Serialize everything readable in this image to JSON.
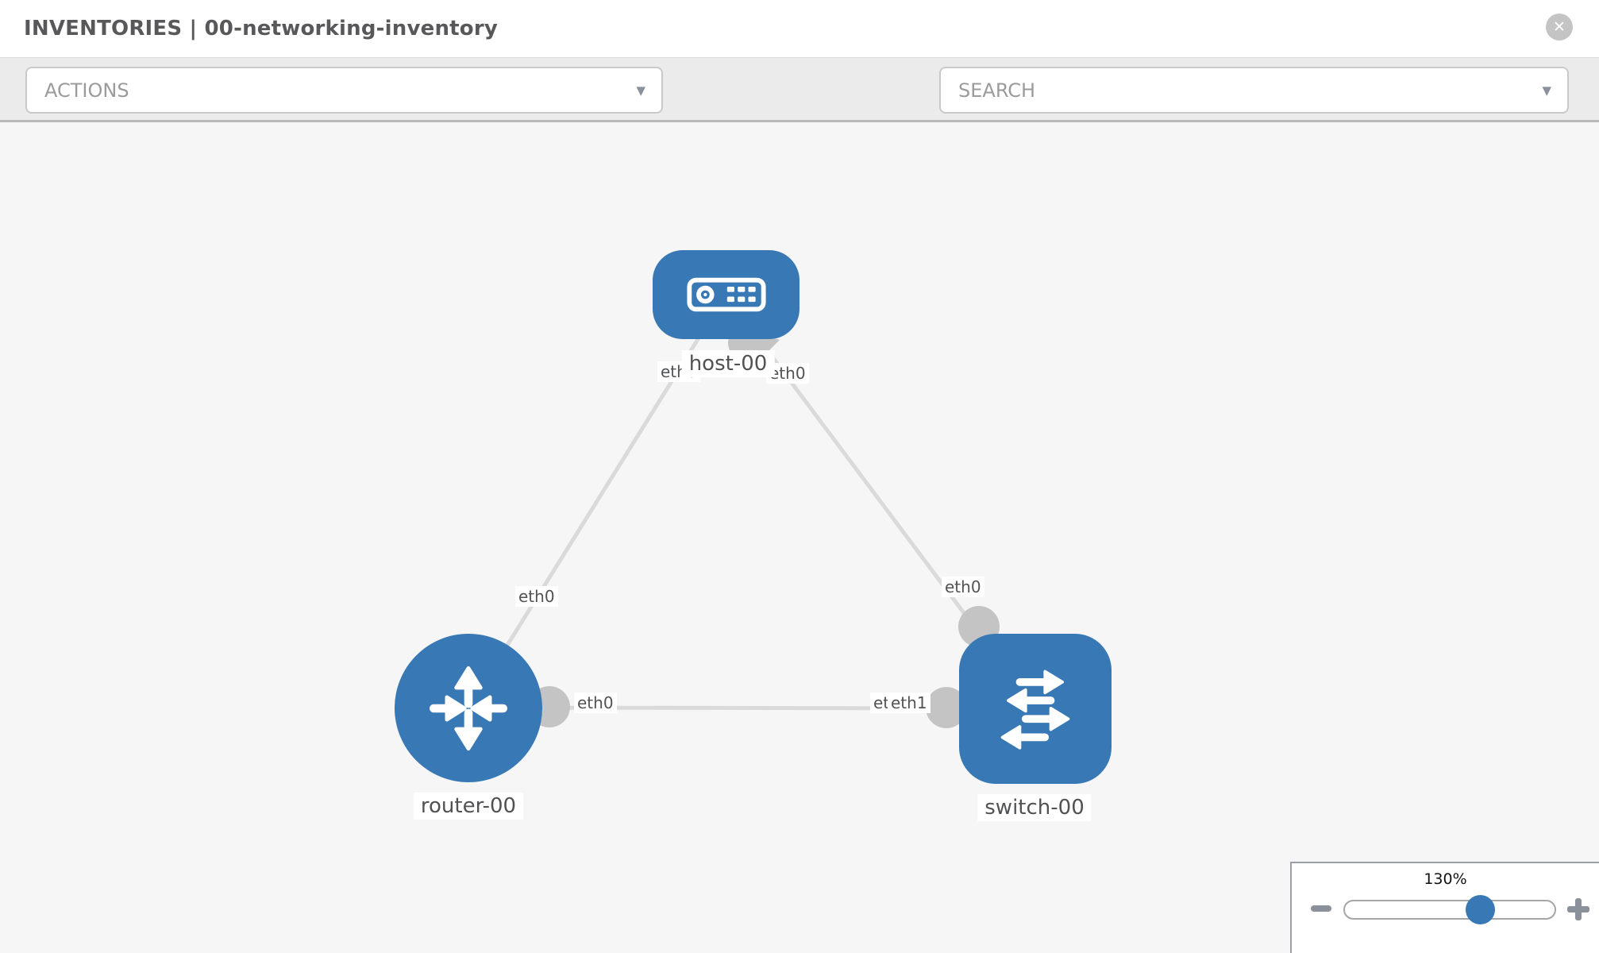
{
  "header": {
    "title": "INVENTORIES | 00-networking-inventory",
    "close_glyph": "✕",
    "close_icon": "circle-x-icon"
  },
  "toolbar": {
    "actions": {
      "placeholder": "ACTIONS",
      "caret_glyph": "▼",
      "caret_icon": "chevron-down-icon"
    },
    "search": {
      "placeholder": "SEARCH",
      "caret_glyph": "▼",
      "caret_icon": "chevron-down-icon"
    },
    "tools": [
      {
        "icon": "wrench-icon"
      },
      {
        "icon": "key-icon"
      }
    ]
  },
  "diagram": {
    "nodes": [
      {
        "label": "host-00",
        "type": "host"
      },
      {
        "label": "router-00",
        "type": "router"
      },
      {
        "label": "switch-00",
        "type": "switch"
      }
    ],
    "links": [
      {
        "from": "host-00",
        "to": "router-00",
        "label_from": "eth0",
        "label_to": "eth0"
      },
      {
        "from": "host-00",
        "to": "switch-00",
        "label_from": "eth0",
        "label_to": "eth0"
      },
      {
        "from": "router-00",
        "to": "switch-00",
        "label_from": "eth0",
        "label_to": "eth1",
        "label_to_overlap": "eth0"
      }
    ]
  },
  "zoom_control": {
    "value": "130%",
    "slider_fraction": 0.64,
    "zoom_out_icon": "minus-icon",
    "zoom_in_icon": "plus-icon"
  },
  "colors": {
    "node_blue": "#3878b5",
    "link_gray": "#dadada",
    "connector_gray": "#c4c4c4",
    "toolbar_bg": "#ebebeb",
    "canvas_bg": "#f6f6f6",
    "icon_gray": "#8b919a",
    "label_text": "#515254"
  }
}
